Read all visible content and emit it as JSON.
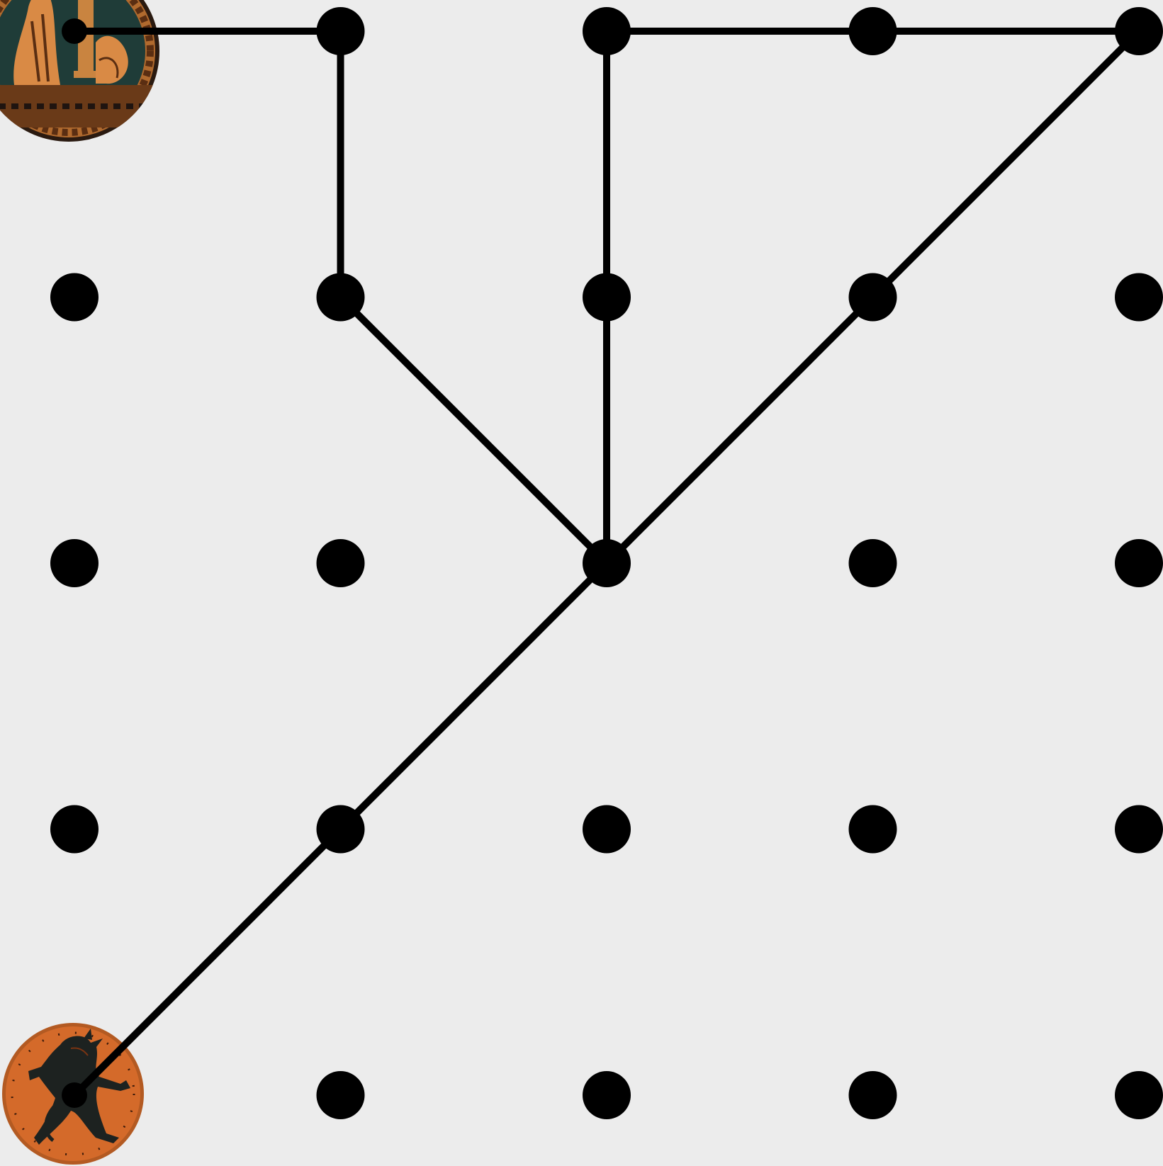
{
  "colors": {
    "background": "#ececec",
    "ink": "#000000",
    "terracotta": "#d46a2a",
    "terracotta_dark": "#a2461a",
    "black_glaze": "#1d2220",
    "teal_glaze": "#1f3c38"
  },
  "grid": {
    "columns": 5,
    "rows": 5
  },
  "path": [
    [
      0,
      0
    ],
    [
      1,
      0
    ],
    [
      1,
      1
    ],
    [
      2,
      2
    ],
    [
      1,
      3
    ],
    [
      0,
      4
    ]
  ],
  "extra_edges": [
    [
      [
        2,
        0
      ],
      [
        3,
        0
      ]
    ],
    [
      [
        3,
        0
      ],
      [
        4,
        0
      ]
    ],
    [
      [
        2,
        0
      ],
      [
        2,
        1
      ]
    ],
    [
      [
        2,
        1
      ],
      [
        2,
        2
      ]
    ],
    [
      [
        4,
        0
      ],
      [
        3,
        1
      ]
    ],
    [
      [
        3,
        1
      ],
      [
        2,
        2
      ]
    ]
  ],
  "tokens": [
    {
      "role": "start",
      "at": [
        0,
        0
      ],
      "icon": "theseus-kylix-medallion-icon"
    },
    {
      "role": "goal",
      "at": [
        0,
        4
      ],
      "icon": "minotaur-kylix-medallion-icon"
    }
  ]
}
